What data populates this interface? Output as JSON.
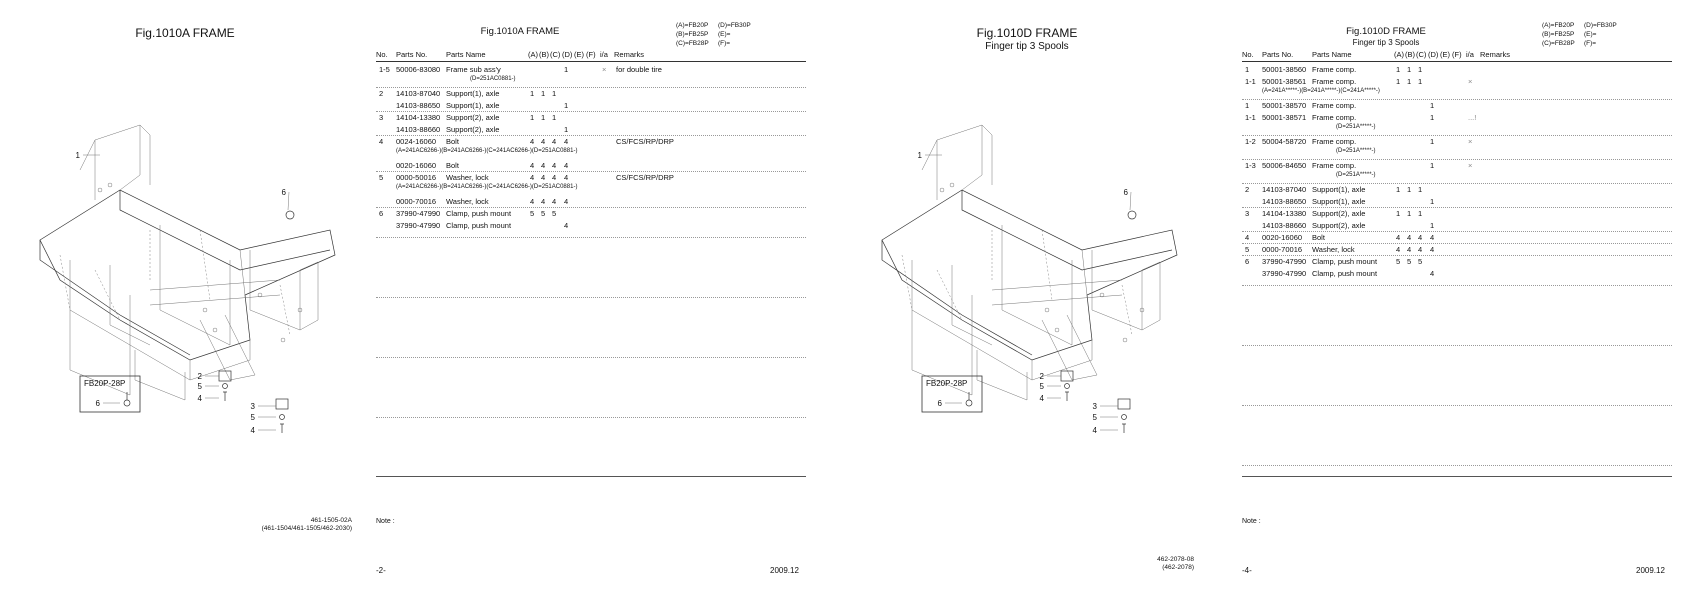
{
  "left_drawing": {
    "title": "Fig.1010A  FRAME",
    "inset_label": "FB20P-28P",
    "code_lines": [
      "461-1505-02A",
      "(461-1504/461-1505/462-2030)"
    ],
    "callouts": [
      "1",
      "6",
      "2",
      "5",
      "4",
      "3",
      "5",
      "4",
      "6"
    ]
  },
  "left_parts": {
    "title": "Fig.1010A  FRAME",
    "legend": [
      [
        "(A)=FB20P",
        "(D)=FB30P"
      ],
      [
        "(B)=FB25P",
        "(E)="
      ],
      [
        "(C)=FB28P",
        "(F)="
      ]
    ],
    "headers": [
      "No.",
      "Parts No.",
      "Parts Name",
      "(A)",
      "(B)",
      "(C)",
      "(D)",
      "(E)",
      "(F)",
      "i/a",
      "Remarks"
    ],
    "rows": [
      {
        "no": "1-5",
        "pn": "50006-83080",
        "name": "Frame sub ass'y",
        "a": "",
        "b": "",
        "c": "",
        "d": "1",
        "ia": "×",
        "rem": "for double tire",
        "sub": "(D=251AC0881-)",
        "sep": false
      },
      {
        "no": "2",
        "pn": "14103-87040",
        "name": "Support(1), axle",
        "a": "1",
        "b": "1",
        "c": "1",
        "d": "",
        "ia": "",
        "rem": "",
        "sub": "",
        "sep": true
      },
      {
        "no": "",
        "pn": "14103-88650",
        "name": "Support(1), axle",
        "a": "",
        "b": "",
        "c": "",
        "d": "1",
        "ia": "",
        "rem": "",
        "sub": "",
        "sep": false
      },
      {
        "no": "3",
        "pn": "14104-13380",
        "name": "Support(2), axle",
        "a": "1",
        "b": "1",
        "c": "1",
        "d": "",
        "ia": "",
        "rem": "",
        "sub": "",
        "sep": true
      },
      {
        "no": "",
        "pn": "14103-88660",
        "name": "Support(2), axle",
        "a": "",
        "b": "",
        "c": "",
        "d": "1",
        "ia": "",
        "rem": "",
        "sub": "",
        "sep": false
      },
      {
        "no": "4",
        "pn": "0024-16060",
        "name": "Bolt",
        "a": "4",
        "b": "4",
        "c": "4",
        "d": "4",
        "ia": "",
        "rem": "CS/FCS/RP/DRP",
        "sub": "(A=241AC6266-)(B=241AC6266-)(C=241AC6266-)(D=251AC0881-)",
        "sep": true
      },
      {
        "no": "",
        "pn": "0020-16060",
        "name": "Bolt",
        "a": "4",
        "b": "4",
        "c": "4",
        "d": "4",
        "ia": "",
        "rem": "",
        "sub": "",
        "sep": false
      },
      {
        "no": "5",
        "pn": "0000-50016",
        "name": "Washer, lock",
        "a": "4",
        "b": "4",
        "c": "4",
        "d": "4",
        "ia": "",
        "rem": "CS/FCS/RP/DRP",
        "sub": "(A=241AC6266-)(B=241AC6266-)(C=241AC6266-)(D=251AC0881-)",
        "sep": true
      },
      {
        "no": "",
        "pn": "0000-70016",
        "name": "Washer, lock",
        "a": "4",
        "b": "4",
        "c": "4",
        "d": "4",
        "ia": "",
        "rem": "",
        "sub": "",
        "sep": false
      },
      {
        "no": "6",
        "pn": "37990-47990",
        "name": "Clamp, push mount",
        "a": "5",
        "b": "5",
        "c": "5",
        "d": "",
        "ia": "",
        "rem": "",
        "sub": "",
        "sep": true
      },
      {
        "no": "",
        "pn": "37990-47990",
        "name": "Clamp, push mount",
        "a": "",
        "b": "",
        "c": "",
        "d": "4",
        "ia": "",
        "rem": "",
        "sub": "",
        "sep": false
      }
    ],
    "note_label": "Note :",
    "page_no": "-2-",
    "date": "2009.12"
  },
  "right_drawing": {
    "title": "Fig.1010D  FRAME",
    "subtitle": "Finger tip 3 Spools",
    "inset_label": "FB20P-28P",
    "code_lines": [
      "462-2078-08",
      "(462-2078)"
    ],
    "callouts": [
      "1",
      "6",
      "2",
      "5",
      "4",
      "3",
      "5",
      "4",
      "6"
    ]
  },
  "right_parts": {
    "title": "Fig.1010D  FRAME",
    "subtitle": "Finger tip 3 Spools",
    "legend": [
      [
        "(A)=FB20P",
        "(D)=FB30P"
      ],
      [
        "(B)=FB25P",
        "(E)="
      ],
      [
        "(C)=FB28P",
        "(F)="
      ]
    ],
    "headers": [
      "No.",
      "Parts No.",
      "Parts Name",
      "(A)",
      "(B)",
      "(C)",
      "(D)",
      "(E)",
      "(F)",
      "i/a",
      "Remarks"
    ],
    "rows": [
      {
        "no": "1",
        "pn": "50001-38560",
        "name": "Frame comp.",
        "a": "1",
        "b": "1",
        "c": "1",
        "d": "",
        "ia": "",
        "rem": "",
        "sub": "",
        "sep": false
      },
      {
        "no": "1-1",
        "pn": "50001-38561",
        "name": "Frame comp.",
        "a": "1",
        "b": "1",
        "c": "1",
        "d": "",
        "ia": "×",
        "rem": "",
        "sub": "(A=241A*****-)(B=241A*****-)(C=241A*****-)",
        "sep": false
      },
      {
        "no": "1",
        "pn": "50001-38570",
        "name": "Frame comp.",
        "a": "",
        "b": "",
        "c": "",
        "d": "1",
        "ia": "",
        "rem": "",
        "sub": "",
        "sep": true
      },
      {
        "no": "1-1",
        "pn": "50001-38571",
        "name": "Frame comp.",
        "a": "",
        "b": "",
        "c": "",
        "d": "1",
        "ia": "...!",
        "rem": "",
        "sub": "(D=251A*****-)",
        "sep": false
      },
      {
        "no": "1-2",
        "pn": "50004-58720",
        "name": "Frame comp.",
        "a": "",
        "b": "",
        "c": "",
        "d": "1",
        "ia": "×",
        "rem": "",
        "sub": "(D=251A*****-)",
        "sep": true
      },
      {
        "no": "1-3",
        "pn": "50006-84650",
        "name": "Frame comp.",
        "a": "",
        "b": "",
        "c": "",
        "d": "1",
        "ia": "×",
        "rem": "",
        "sub": "(D=251A*****-)",
        "sep": true
      },
      {
        "no": "2",
        "pn": "14103-87040",
        "name": "Support(1), axle",
        "a": "1",
        "b": "1",
        "c": "1",
        "d": "",
        "ia": "",
        "rem": "",
        "sub": "",
        "sep": true
      },
      {
        "no": "",
        "pn": "14103-88650",
        "name": "Support(1), axle",
        "a": "",
        "b": "",
        "c": "",
        "d": "1",
        "ia": "",
        "rem": "",
        "sub": "",
        "sep": false
      },
      {
        "no": "3",
        "pn": "14104-13380",
        "name": "Support(2), axle",
        "a": "1",
        "b": "1",
        "c": "1",
        "d": "",
        "ia": "",
        "rem": "",
        "sub": "",
        "sep": true
      },
      {
        "no": "",
        "pn": "14103-88660",
        "name": "Support(2), axle",
        "a": "",
        "b": "",
        "c": "",
        "d": "1",
        "ia": "",
        "rem": "",
        "sub": "",
        "sep": false
      },
      {
        "no": "4",
        "pn": "0020-16060",
        "name": "Bolt",
        "a": "4",
        "b": "4",
        "c": "4",
        "d": "4",
        "ia": "",
        "rem": "",
        "sub": "",
        "sep": true
      },
      {
        "no": "5",
        "pn": "0000-70016",
        "name": "Washer, lock",
        "a": "4",
        "b": "4",
        "c": "4",
        "d": "4",
        "ia": "",
        "rem": "",
        "sub": "",
        "sep": true
      },
      {
        "no": "6",
        "pn": "37990-47990",
        "name": "Clamp, push mount",
        "a": "5",
        "b": "5",
        "c": "5",
        "d": "",
        "ia": "",
        "rem": "",
        "sub": "",
        "sep": true
      },
      {
        "no": "",
        "pn": "37990-47990",
        "name": "Clamp, push mount",
        "a": "",
        "b": "",
        "c": "",
        "d": "4",
        "ia": "",
        "rem": "",
        "sub": "",
        "sep": false
      }
    ],
    "note_label": "Note :",
    "page_no": "-4-",
    "date": "2009.12"
  }
}
